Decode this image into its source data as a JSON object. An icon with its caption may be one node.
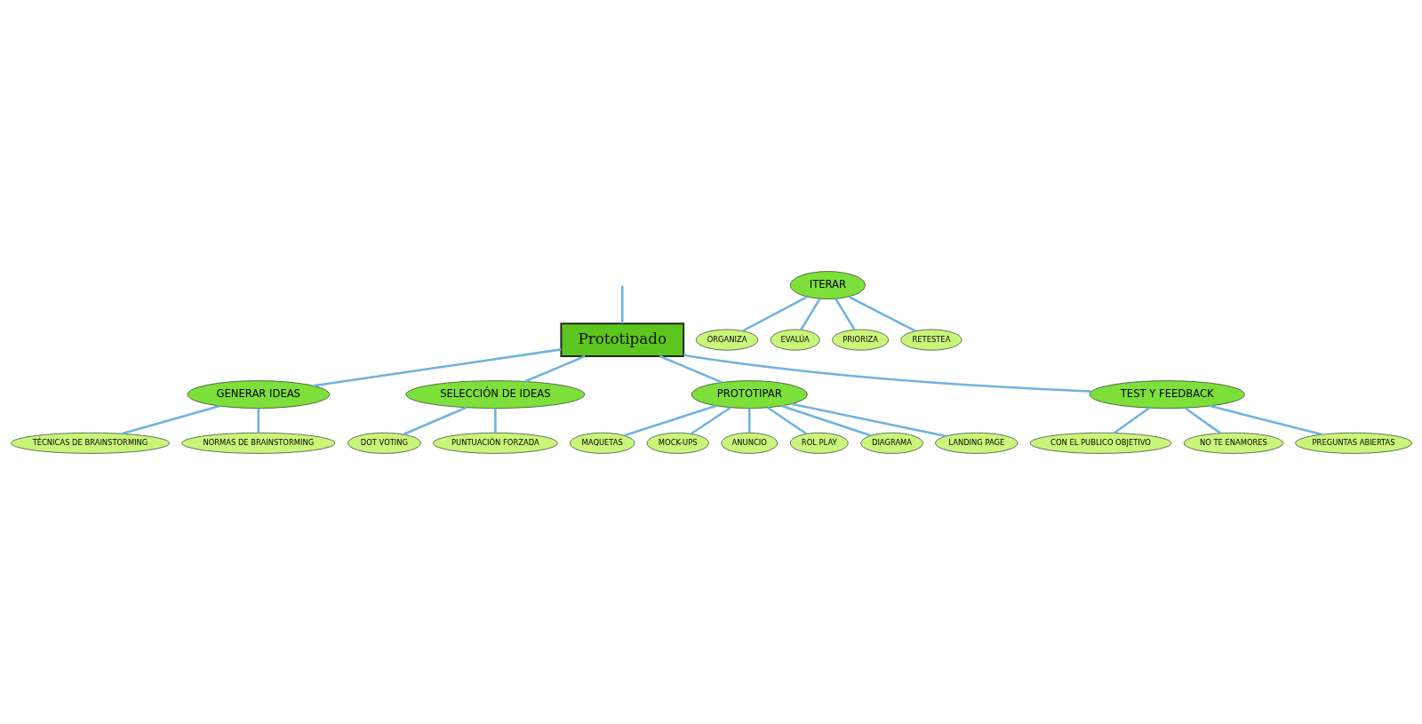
{
  "diagram": {
    "nodes": [
      {
        "text": [
          "Prototipado"
        ]
      },
      {
        "text": [
          "GENERAR IDEAS"
        ]
      },
      {
        "text": [
          "SELECCIÓN DE IDEAS"
        ]
      },
      {
        "text": [
          "PROTOTIPAR"
        ]
      },
      {
        "text": [
          "TEST Y FEEDBACK"
        ]
      },
      {
        "text": [
          "ITERAR"
        ]
      },
      {
        "text": [
          "TÉCNICAS DE BRAINSTORMING"
        ]
      },
      {
        "text": [
          "NORMAS DE BRAINSTORMING"
        ]
      },
      {
        "text": [
          "DOT VOTING"
        ]
      },
      {
        "text": [
          "PUNTUACIÓN FORZADA"
        ]
      },
      {
        "text": [
          "MAQUETAS"
        ]
      },
      {
        "text": [
          "MOCK-UPS"
        ]
      },
      {
        "text": [
          "ANUNCIO"
        ]
      },
      {
        "text": [
          "ROL PLAY"
        ]
      },
      {
        "text": [
          "DIAGRAMA"
        ]
      },
      {
        "text": [
          "LANDING PAGE"
        ]
      },
      {
        "text": [
          "CON EL PUBLICO OBJETIVO"
        ]
      },
      {
        "text": [
          "NO TE ENAMORES"
        ]
      },
      {
        "text": [
          "PREGUNTAS ABIERTAS"
        ]
      },
      {
        "text": [
          "ORGANIZA"
        ]
      },
      {
        "text": [
          "EVALÚA"
        ]
      },
      {
        "text": [
          "PRIORIZA"
        ]
      },
      {
        "text": [
          "RETESTEA"
        ]
      }
    ],
    "edges": [
      {
        "from": null,
        "to": 0,
        "arrow": "none"
      },
      {
        "from": 0,
        "to": 1,
        "arrow": "none"
      },
      {
        "from": 0,
        "to": 2,
        "arrow": "none"
      },
      {
        "from": 0,
        "to": 3,
        "arrow": "none"
      },
      {
        "from": 0,
        "to": 4,
        "arrow": "none"
      },
      {
        "from": 1,
        "to": 6,
        "arrow": "none"
      },
      {
        "from": 1,
        "to": 7,
        "arrow": "none"
      },
      {
        "from": 2,
        "to": 8,
        "arrow": "none"
      },
      {
        "from": 2,
        "to": 9,
        "arrow": "none"
      },
      {
        "from": 3,
        "to": 10,
        "arrow": "none"
      },
      {
        "from": 3,
        "to": 11,
        "arrow": "none"
      },
      {
        "from": 3,
        "to": 12,
        "arrow": "none"
      },
      {
        "from": 3,
        "to": 13,
        "arrow": "none"
      },
      {
        "from": 3,
        "to": 14,
        "arrow": "none"
      },
      {
        "from": 3,
        "to": 15,
        "arrow": "none"
      },
      {
        "from": 4,
        "to": 16,
        "arrow": "none"
      },
      {
        "from": 4,
        "to": 17,
        "arrow": "none"
      },
      {
        "from": 4,
        "to": 18,
        "arrow": "none"
      },
      {
        "from": 5,
        "to": 19,
        "arrow": "none"
      },
      {
        "from": 5,
        "to": 20,
        "arrow": "none"
      },
      {
        "from": 5,
        "to": 21,
        "arrow": "none"
      },
      {
        "from": 5,
        "to": 22,
        "arrow": "none"
      }
    ]
  }
}
